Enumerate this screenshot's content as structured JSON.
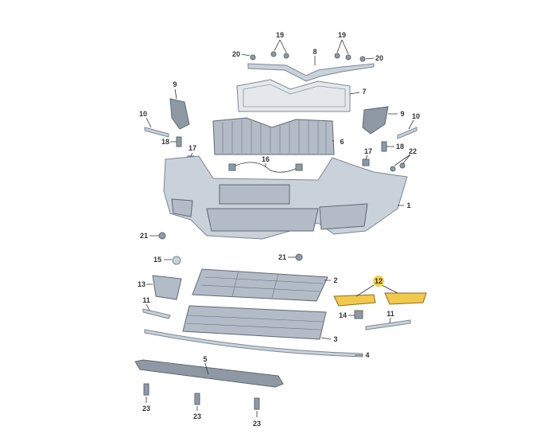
{
  "diagram": {
    "title": "",
    "highlight_color": "#f2c94c",
    "labels": {
      "l19a": "19",
      "l19b": "19",
      "l20a": "20",
      "l8": "8",
      "l20b": "20",
      "l9a": "9",
      "l7": "7",
      "l10a": "10",
      "l9b": "9",
      "l10b": "10",
      "l18a": "18",
      "l6": "6",
      "l18b": "18",
      "l17a": "17",
      "l16": "16",
      "l17b": "17",
      "l22": "22",
      "l1": "1",
      "l21a": "21",
      "l15": "15",
      "l21b": "21",
      "l2": "2",
      "l12": "12",
      "l13": "13",
      "l11a": "11",
      "l14": "14",
      "l11b": "11",
      "l3": "3",
      "l4": "4",
      "l5": "5",
      "l23a": "23",
      "l23b": "23",
      "l23c": "23"
    },
    "highlighted_part": "12"
  }
}
